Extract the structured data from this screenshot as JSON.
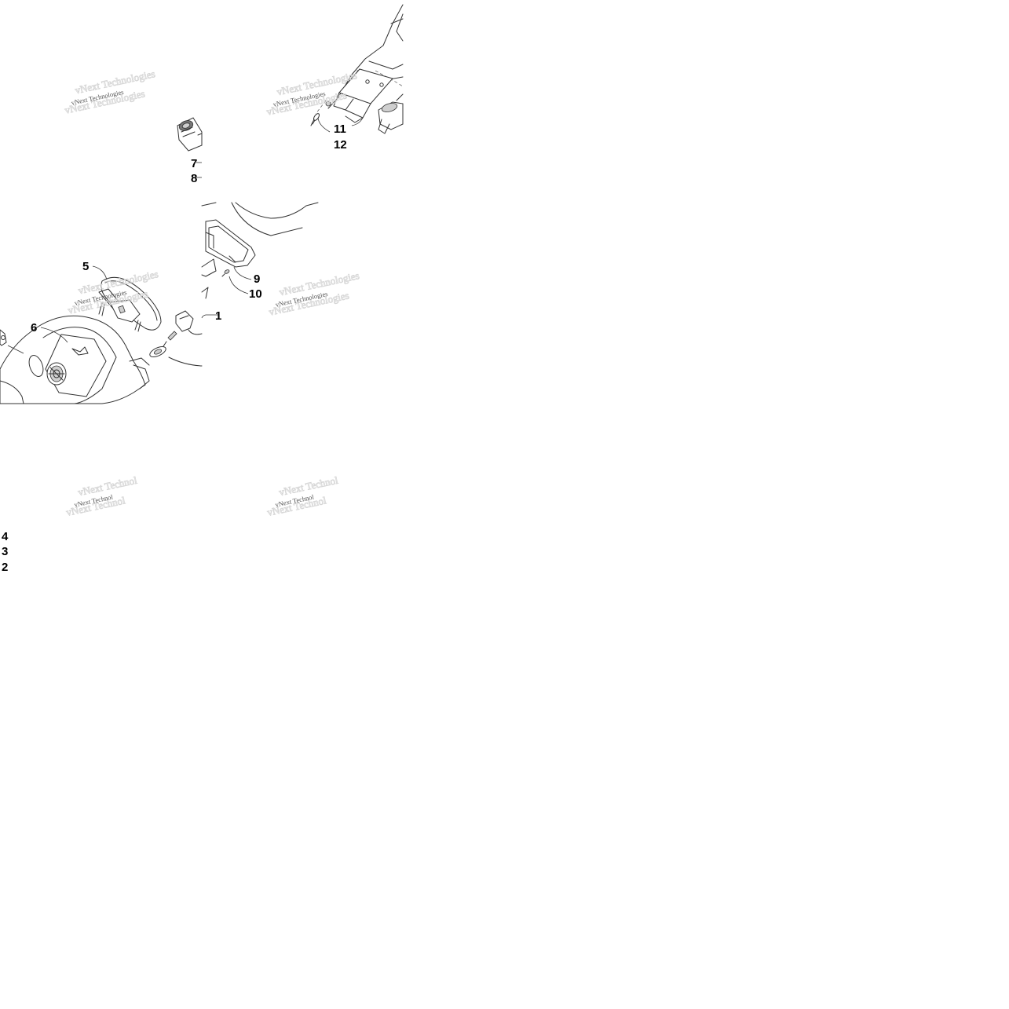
{
  "diagram": {
    "callouts": [
      {
        "id": "1",
        "label": "1"
      },
      {
        "id": "2",
        "label": "2"
      },
      {
        "id": "3",
        "label": "3"
      },
      {
        "id": "4",
        "label": "4"
      },
      {
        "id": "5",
        "label": "5"
      },
      {
        "id": "6",
        "label": "6"
      },
      {
        "id": "7",
        "label": "7"
      },
      {
        "id": "8",
        "label": "8"
      },
      {
        "id": "9",
        "label": "9"
      },
      {
        "id": "10",
        "label": "10"
      },
      {
        "id": "11",
        "label": "11"
      },
      {
        "id": "12",
        "label": "12"
      }
    ],
    "watermarks": [
      {
        "id": "wm1",
        "text": "vNext Technologies",
        "ghost": "vNext Technologies"
      },
      {
        "id": "wm2",
        "text": "vNext Technologies",
        "ghost": "vNext Technologies"
      },
      {
        "id": "wm3",
        "text": "vNext Technologies",
        "ghost": "vNext Technologies"
      },
      {
        "id": "wm4",
        "text": "vNext Technologies",
        "ghost": "vNext Technologies"
      },
      {
        "id": "wm5",
        "text": "vNext Technol",
        "ghost": "vNext Technol"
      },
      {
        "id": "wm6",
        "text": "vNext Technol",
        "ghost": "vNext Technol"
      }
    ]
  }
}
